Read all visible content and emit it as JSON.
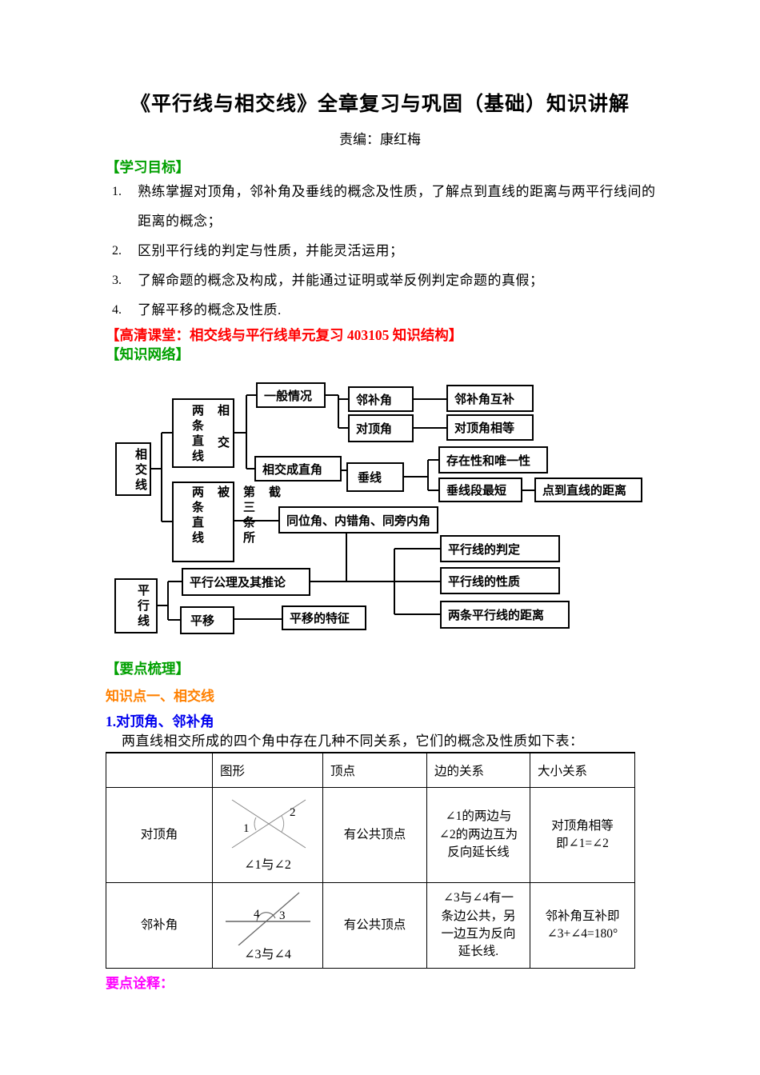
{
  "colors": {
    "section_green": "#00A000",
    "hd_red": "#FF0000",
    "topic_orange": "#FF8000",
    "subtopic_blue": "#0000EE",
    "notes_magenta": "#FF00FF",
    "text_black": "#000000",
    "background": "#FFFFFF"
  },
  "header": {
    "title": "《平行线与相交线》全章复习与巩固（基础）知识讲解",
    "editor": "责编：康红梅"
  },
  "sections": {
    "learning_goals": "【学习目标】",
    "hd_class": "【高清课堂：相交线与平行线单元复习 403105 知识结构】",
    "knowledge_network": "【知识网络】",
    "key_points": "【要点梳理】",
    "topic1": "知识点一、相交线",
    "subtopic1": "1.对顶角、邻补角",
    "table_intro": "两直线相交所成的四个角中存在几种不同关系，它们的概念及性质如下表：",
    "key_notes": "要点诠释："
  },
  "goals": [
    {
      "num": "1.",
      "text": "熟练掌握对顶角，邻补角及垂线的概念及性质，了解点到直线的距离与两平行线间的\n距离的概念；"
    },
    {
      "num": "2.",
      "text": "区别平行线的判定与性质，并能灵活运用；"
    },
    {
      "num": "3.",
      "text": "了解命题的概念及构成，并能通过证明或举反例判定命题的真假；"
    },
    {
      "num": "4.",
      "text": "了解平移的概念及性质."
    }
  ],
  "flowchart": {
    "boxes": {
      "intersecting-lines": "相交线",
      "two-lines-intersect": "两条直线\n相 交",
      "two-lines-cut-by-third": "两条直线被\n第三条所截",
      "general-case": "一般情况",
      "adjacent-supplementary-angles": "邻补角",
      "adjacent-angles-supplementary": "邻补角互补",
      "vertical-angles": "对顶角",
      "vertical-angles-equal": "对顶角相等",
      "intersect-at-right-angle": "相交成直角",
      "perpendicular-line": "垂线",
      "existence-uniqueness": "存在性和唯一性",
      "perpendicular-segment-shortest": "垂线段最短",
      "distance-point-to-line": "点到直线的距离",
      "three-angle-types": "同位角、内错角、同旁内角",
      "parallel-judgment": "平行线的判定",
      "parallel-properties": "平行线的性质",
      "distance-between-parallels": "两条平行线的距离",
      "parallel-axiom": "平行公理及其推论",
      "parallel-lines": "平行线",
      "translation": "平移",
      "translation-features": "平移的特征"
    }
  },
  "table": {
    "headers": [
      "",
      "图形",
      "顶点",
      "边的关系",
      "大小关系"
    ],
    "rows": [
      {
        "name": "对顶角",
        "figure": {
          "labels": [
            "1",
            "2"
          ],
          "caption": "∠1与∠2"
        },
        "vertex": "有公共顶点",
        "sides": "∠1的两边与\n∠2的两边互为\n反向延长线",
        "relation": "对顶角相等\n即∠1=∠2"
      },
      {
        "name": "邻补角",
        "figure": {
          "labels": [
            "4",
            "3"
          ],
          "caption": "∠3与∠4"
        },
        "vertex": "有公共顶点",
        "sides": "∠3与∠4有一\n条边公共，另\n一边互为反向\n延长线.",
        "relation": "邻补角互补即\n∠3+∠4=180°"
      }
    ]
  }
}
